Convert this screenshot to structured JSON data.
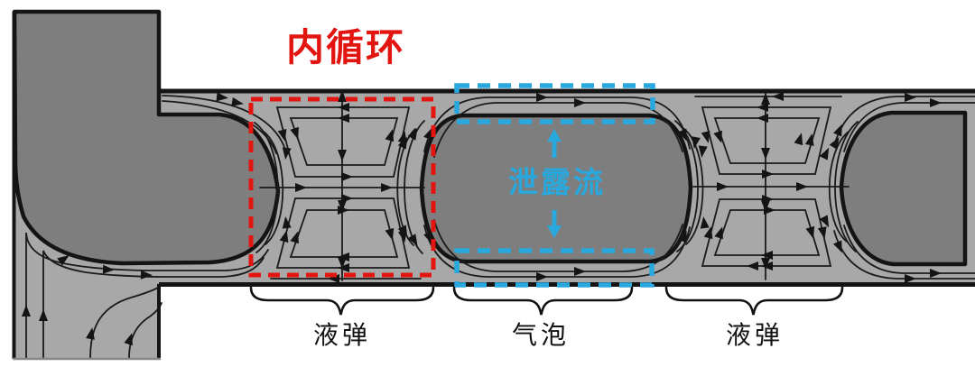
{
  "colors": {
    "background": "#ffffff",
    "wall": "#141414",
    "liquid_gray": "#a8a8a8",
    "gas_gray": "#7e7e7e",
    "annotation_red": "#e31511",
    "annotation_blue": "#29a8de",
    "text_black": "#111111"
  },
  "annotations": {
    "internal_circulation": {
      "label": "内循环",
      "color": "#e31511"
    },
    "leakage_flow": {
      "label": "泄露流",
      "color": "#29a8de"
    }
  },
  "regions": [
    {
      "type": "liquid_slug",
      "label": "液弹"
    },
    {
      "type": "gas_bubble",
      "label": "气泡"
    },
    {
      "type": "liquid_slug",
      "label": "液弹"
    }
  ],
  "icons": {
    "leakage_up_arrow": "arrow-up",
    "leakage_down_arrow": "arrow-down",
    "flow_arrowheads": "streamline-arrowheads"
  }
}
